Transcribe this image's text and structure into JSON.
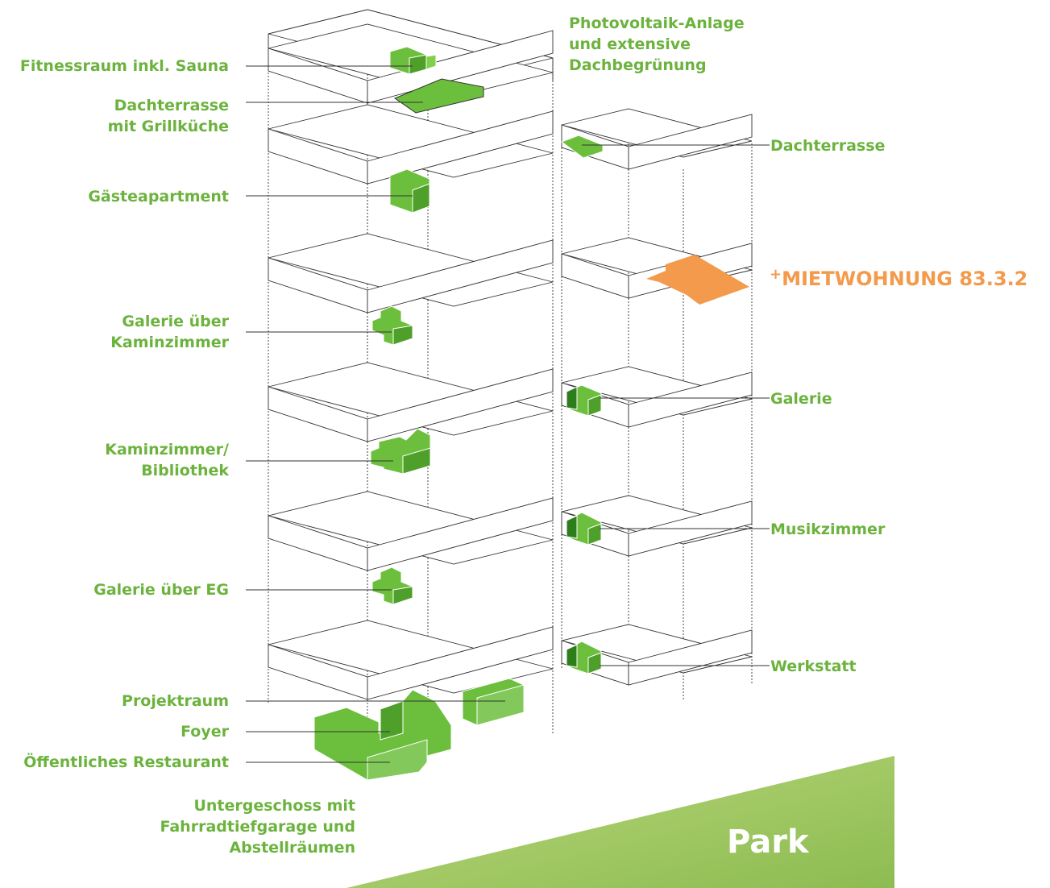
{
  "labels": {
    "fitness": [
      "Fitnessraum inkl. Sauna"
    ],
    "roof_terrace": [
      "Dachterrasse",
      "mit Grillküche"
    ],
    "guest_apartment": [
      "Gästeapartment"
    ],
    "gallery_fireplace": [
      "Galerie über",
      "Kaminzimmer"
    ],
    "fireplace_library": [
      "Kaminzimmer/",
      "Bibliothek"
    ],
    "gallery_ground": [
      "Galerie über EG"
    ],
    "project_room": [
      "Projektraum"
    ],
    "foyer": [
      "Foyer"
    ],
    "restaurant": [
      "Öffentliches Restaurant"
    ],
    "basement": [
      "Untergeschoss mit",
      "Fahrradtiefgarage und",
      "Abstellräumen"
    ],
    "photovoltaic": [
      "Photovoltaik-Anlage",
      "und extensive",
      "Dachbegrünung"
    ],
    "right_terrace": [
      "Dachterrasse"
    ],
    "right_gallery": [
      "Galerie"
    ],
    "music_room": [
      "Musikzimmer"
    ],
    "workshop": [
      "Werkstatt"
    ]
  },
  "rental": {
    "prefix": "+",
    "text": "MIETWOHNUNG 83.3.2"
  },
  "park": "Park",
  "colors": {
    "green_label": "#6cb33e",
    "green_box": "#6cbf3c",
    "orange": "#f39a4c",
    "park_green": "#8fbe55",
    "line": "#333333"
  }
}
